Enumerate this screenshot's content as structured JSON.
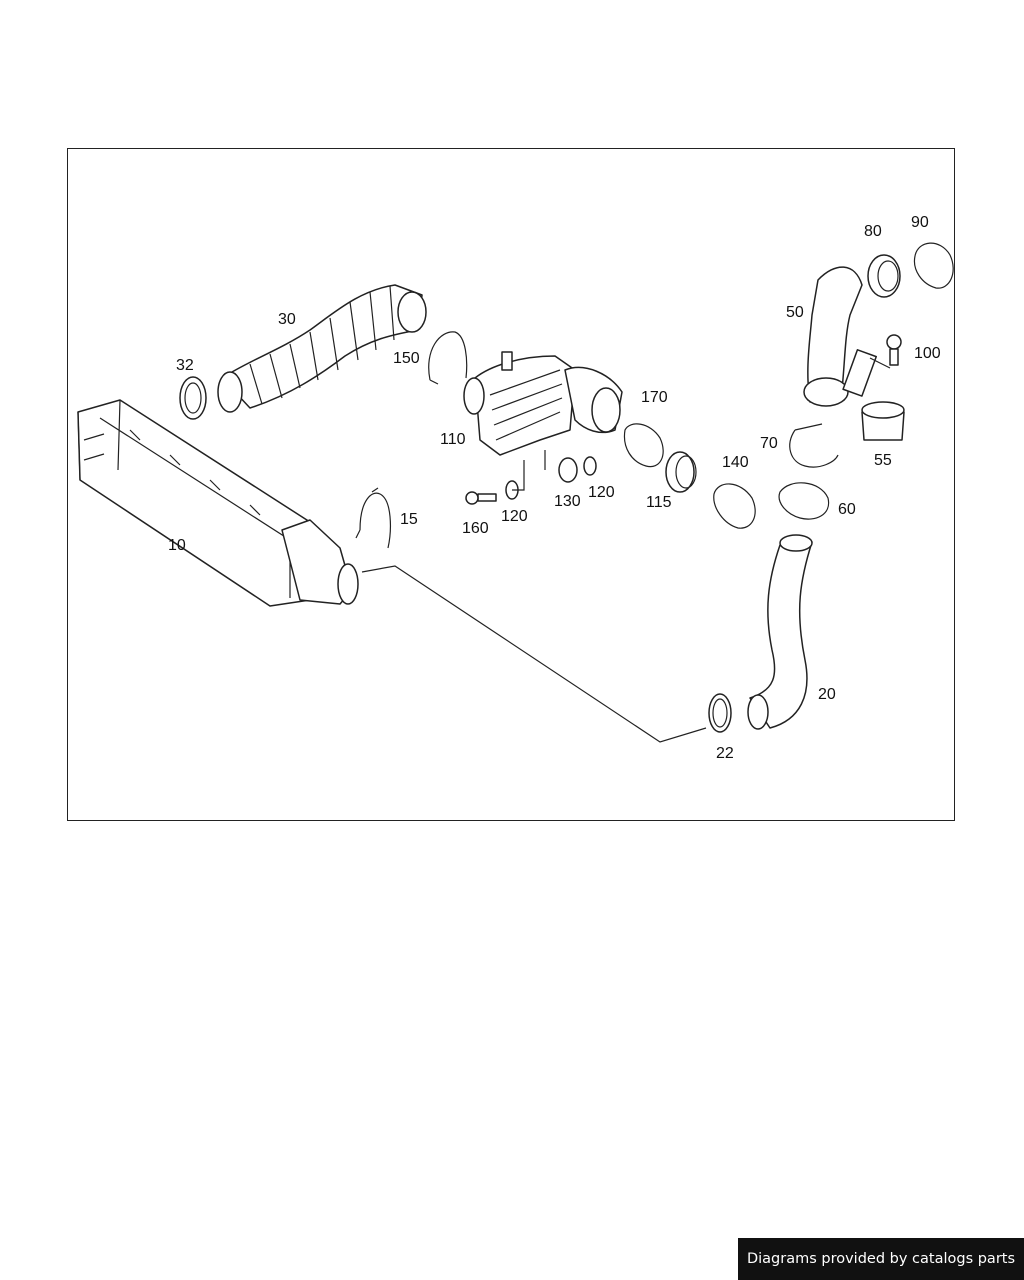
{
  "diagram": {
    "callouts": [
      {
        "id": "10",
        "text": "10"
      },
      {
        "id": "15",
        "text": "15"
      },
      {
        "id": "20",
        "text": "20"
      },
      {
        "id": "22",
        "text": "22"
      },
      {
        "id": "30",
        "text": "30"
      },
      {
        "id": "32",
        "text": "32"
      },
      {
        "id": "50",
        "text": "50"
      },
      {
        "id": "55",
        "text": "55"
      },
      {
        "id": "60",
        "text": "60"
      },
      {
        "id": "70",
        "text": "70"
      },
      {
        "id": "80",
        "text": "80"
      },
      {
        "id": "90",
        "text": "90"
      },
      {
        "id": "100",
        "text": "100"
      },
      {
        "id": "110",
        "text": "110"
      },
      {
        "id": "115",
        "text": "115"
      },
      {
        "id": "120a",
        "text": "120"
      },
      {
        "id": "120b",
        "text": "120"
      },
      {
        "id": "130",
        "text": "130"
      },
      {
        "id": "140",
        "text": "140"
      },
      {
        "id": "150",
        "text": "150"
      },
      {
        "id": "160",
        "text": "160"
      },
      {
        "id": "170",
        "text": "170"
      }
    ]
  },
  "footer": {
    "text": "Diagrams provided by catalogs parts"
  }
}
